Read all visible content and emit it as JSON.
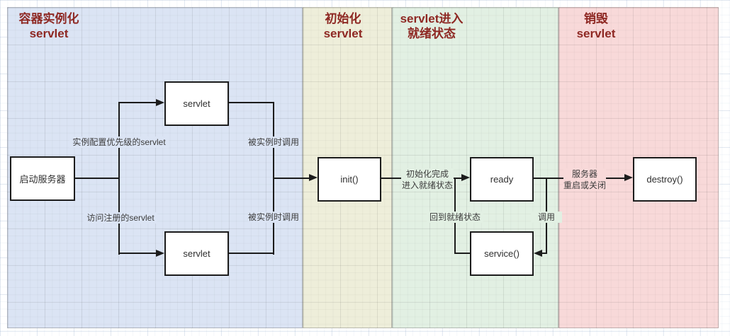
{
  "diagram": {
    "colors": {
      "region_instantiate": "#dbe4f4",
      "region_initialize": "#eeeeda",
      "region_ready": "#e2f0e3",
      "region_destroy": "#f8d9d9",
      "title_text": "#8e2823",
      "connector": "#1c1c1c"
    },
    "regions": [
      {
        "title_line1": "容器实例化",
        "title_line2": "servlet"
      },
      {
        "title_line1": "初始化",
        "title_line2": "servlet"
      },
      {
        "title_line1": "servlet进入",
        "title_line2": "就绪状态"
      },
      {
        "title_line1": "销毁",
        "title_line2": "servlet"
      }
    ],
    "nodes": {
      "start_server": {
        "label": "启动服务器"
      },
      "servlet_top": {
        "label": "servlet"
      },
      "servlet_bottom": {
        "label": "servlet"
      },
      "init": {
        "label": "init()"
      },
      "ready": {
        "label": "ready"
      },
      "service": {
        "label": "service()"
      },
      "destroy": {
        "label": "destroy()"
      }
    },
    "edge_labels": {
      "priority": "实例配置优先级的servlet",
      "visit": "访问注册的servlet",
      "called_top": "被实例时调用",
      "called_bottom": "被实例时调用",
      "init_done_1": "初始化完成",
      "init_done_2": "进入就绪状态",
      "back_to_ready": "回到就绪状态",
      "invoke": "调用",
      "server_1": "服务器",
      "server_2": "重启或关闭"
    }
  }
}
